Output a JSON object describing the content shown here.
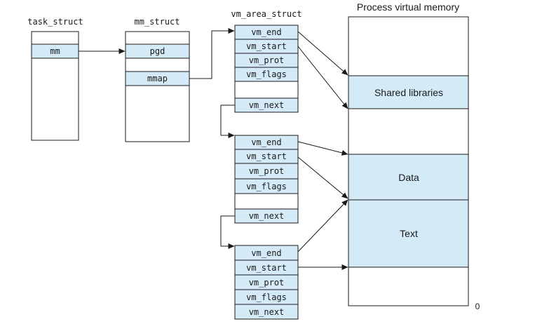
{
  "colors": {
    "highlight": "#d4ebf7",
    "stroke": "#1a1a1a",
    "background": "#ffffff"
  },
  "task_struct": {
    "title": "task_struct",
    "field": "mm"
  },
  "mm_struct": {
    "title": "mm_struct",
    "pgd": "pgd",
    "mmap": "mmap"
  },
  "vm_area_struct": {
    "title": "vm_area_struct",
    "areas": [
      {
        "fields": [
          "vm_end",
          "vm_start",
          "vm_prot",
          "vm_flags",
          "vm_next"
        ]
      },
      {
        "fields": [
          "vm_end",
          "vm_start",
          "vm_prot",
          "vm_flags",
          "vm_next"
        ]
      },
      {
        "fields": [
          "vm_end",
          "vm_start",
          "vm_prot",
          "vm_flags",
          "vm_next"
        ]
      }
    ]
  },
  "process_memory": {
    "title": "Process virtual memory",
    "regions": [
      "Shared libraries",
      "Data",
      "Text"
    ],
    "bottom_label": "0"
  }
}
